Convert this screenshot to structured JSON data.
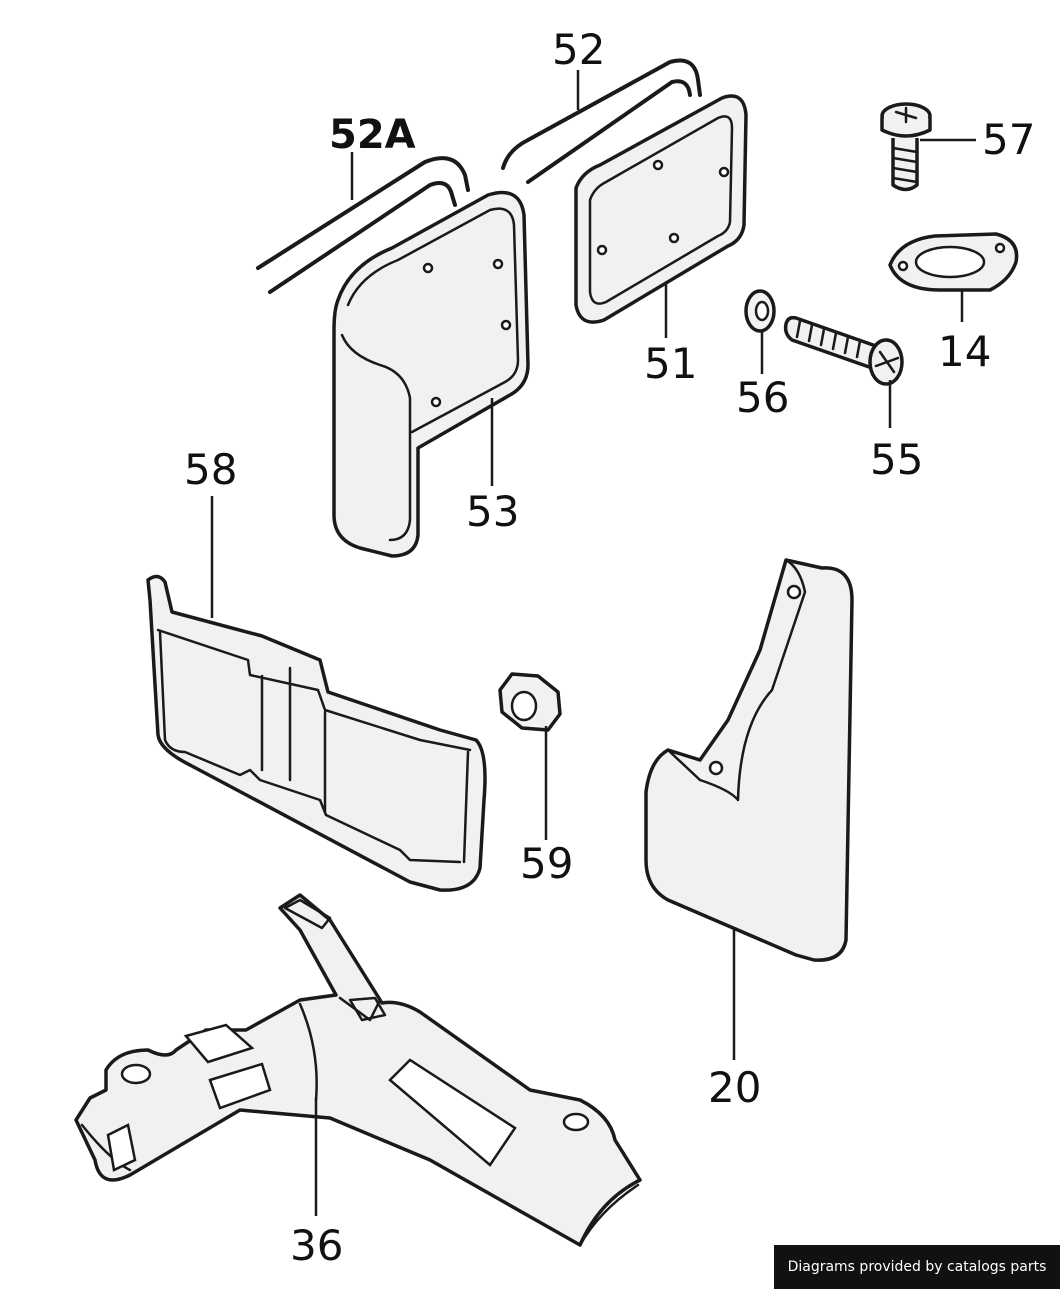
{
  "labels": {
    "p52a": "52A",
    "p52": "52",
    "p57": "57",
    "p14": "14",
    "p51": "51",
    "p56": "56",
    "p55": "55",
    "p53": "53",
    "p58": "58",
    "p59": "59",
    "p20": "20",
    "p36": "36"
  },
  "footer": {
    "credit": "Diagrams provided by catalogs parts"
  },
  "colors": {
    "line": "#1a1a1a",
    "background": "#ffffff",
    "credit_bg": "#111111",
    "credit_text": "#ffffff"
  }
}
